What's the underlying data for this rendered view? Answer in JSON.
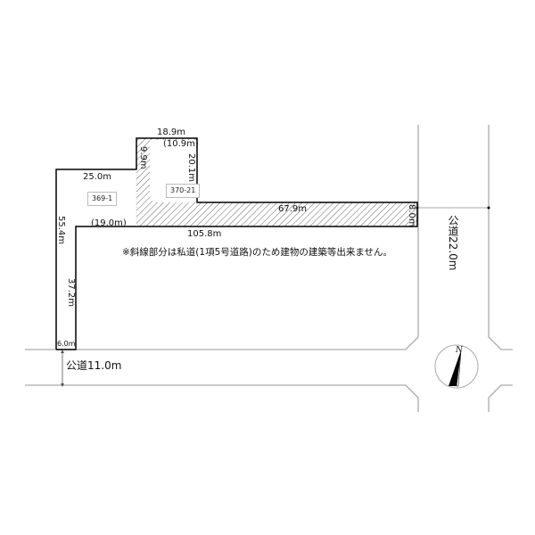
{
  "lots": {
    "main_label": "369-1",
    "sub_label": "370-21"
  },
  "dimensions": {
    "top_right_width": "18.9m",
    "inner_width": "(10.9m)",
    "notch_height": "9.9m",
    "inner_height": "20.1m",
    "top_left_width": "25.0m",
    "lower_left_width": "(19.0m)",
    "bottom_length": "105.8m",
    "strip_length": "67.9m",
    "strip_width": "8.0m",
    "left_total_height": "55.4m",
    "left_lower_height": "37.2m",
    "frontage_width": "6.0m"
  },
  "note": "※斜線部分は私道(1項5号道路)のため建物の建築等出来ません。",
  "roads": {
    "south_road": "公道11.0m",
    "east_road": "公道22.0m"
  },
  "compass": {
    "label": "N",
    "icon": "north-arrow-icon"
  },
  "colors": {
    "outline": "#000000",
    "road_line": "#aaaaaa",
    "hatch": "#555555"
  }
}
